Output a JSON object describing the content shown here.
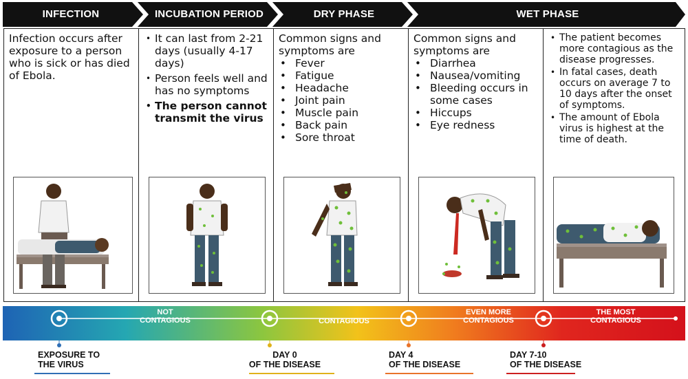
{
  "phases": [
    {
      "label": "INFECTION"
    },
    {
      "label": "INCUBATION PERIOD"
    },
    {
      "label": "DRY PHASE"
    },
    {
      "label": "WET PHASE"
    }
  ],
  "panels": {
    "infection": {
      "text": "Infection occurs after exposure to a person who is sick or has died of Ebola."
    },
    "incubation": {
      "bullets": [
        "It can last from 2-21 days (usually 4-17 days)",
        "Person feels well and has no symptoms",
        "The person cannot transmit the virus"
      ]
    },
    "dry": {
      "intro": "Common signs and symptoms are",
      "bullets": [
        "Fever",
        "Fatigue",
        "Headache",
        "Joint pain",
        "Muscle pain",
        "Back pain",
        "Sore throat"
      ]
    },
    "wet": {
      "intro": "Common signs and symptoms are",
      "bullets": [
        "Diarrhea",
        "Nausea/vomiting",
        "Bleeding occurs in some cases",
        "Hiccups",
        "Eye redness"
      ]
    },
    "wet_late": {
      "bullets": [
        "The patient becomes more contagious as the disease progresses.",
        "In fatal cases, death occurs on average 7 to 10 days after the onset of symptoms.",
        "The amount of Ebola virus is highest at the time of death."
      ]
    }
  },
  "timeline": {
    "segments": [
      {
        "line1": "NOT",
        "line2": "CONTAGIOUS"
      },
      {
        "line1": "CONTAGIOUS"
      },
      {
        "line1": "EVEN MORE",
        "line2": "CONTAGIOUS"
      },
      {
        "line1": "THE MOST",
        "line2": "CONTAGIOUS"
      }
    ],
    "milestones": [
      {
        "line1": "EXPOSURE TO",
        "line2": "THE VIRUS",
        "color": "#2f6fb5"
      },
      {
        "line1": "DAY 0",
        "line2": "OF THE DISEASE",
        "color": "#e0b21a"
      },
      {
        "line1": "DAY 4",
        "line2": "OF THE DISEASE",
        "color": "#e8732a"
      },
      {
        "line1": "DAY 7-10",
        "line2": "OF THE DISEASE",
        "color": "#cc1f1f"
      }
    ]
  },
  "colors": {
    "banner": "#111111",
    "gradient": [
      "#1e63b4",
      "#25a7b2",
      "#8cc63f",
      "#f2c21a",
      "#f07d1e",
      "#e0261e",
      "#d4111b"
    ],
    "infected_spots": "#6fbf3a"
  }
}
